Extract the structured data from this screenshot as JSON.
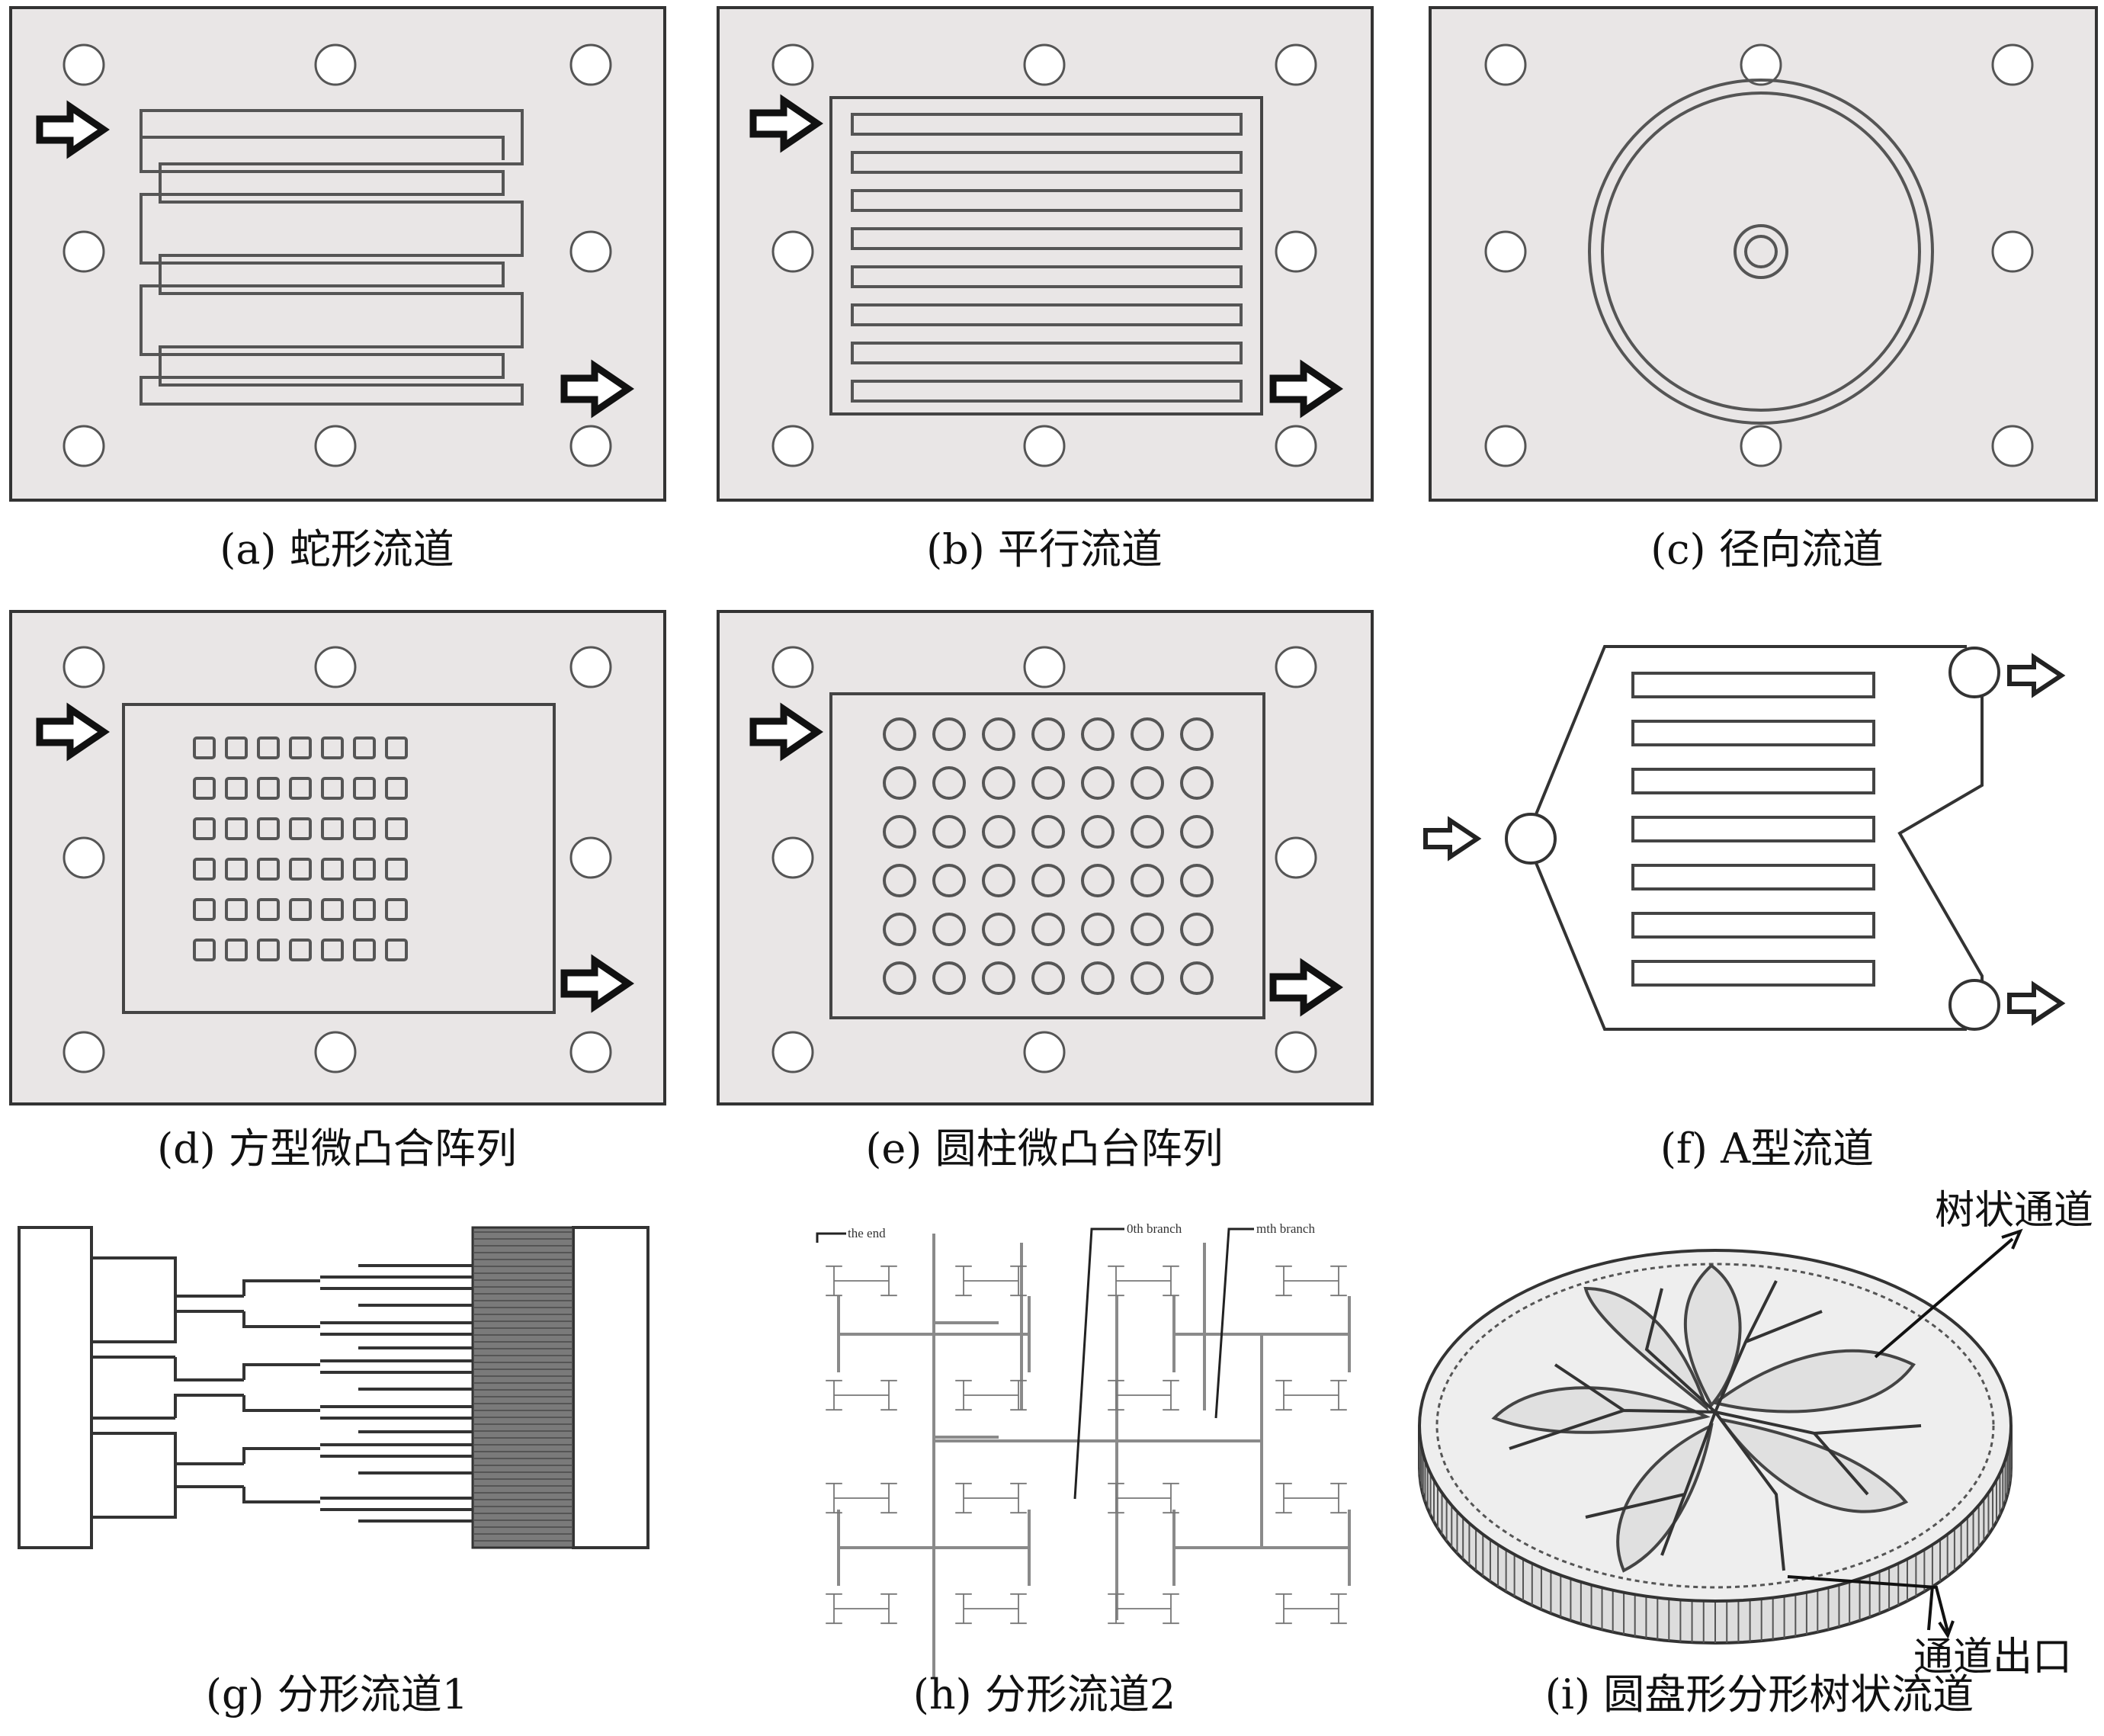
{
  "captions": {
    "a": "(a) 蛇形流道",
    "b": "(b) 平行流道",
    "c": "(c) 径向流道",
    "d": "(d) 方型微凸合阵列",
    "e": "(e) 圆柱微凸台阵列",
    "f": "(f) A型流道",
    "g": "(g) 分形流道1",
    "h": "(h) 分形流道2",
    "i": "(i) 圆盘形分形树状流道"
  },
  "annotations": {
    "tree_channel": "树状通道",
    "channel_outlet": "通道出口",
    "the_end": "the end",
    "branch_0": "0th branch",
    "branch_m": "mth branch"
  },
  "colors": {
    "plate": "#e9e6e6",
    "line": "#444444",
    "dark": "#111111",
    "dense": "#7a7a7a"
  },
  "icons": {
    "arrow": "hollow-right-arrow",
    "hole": "circle-hole"
  }
}
